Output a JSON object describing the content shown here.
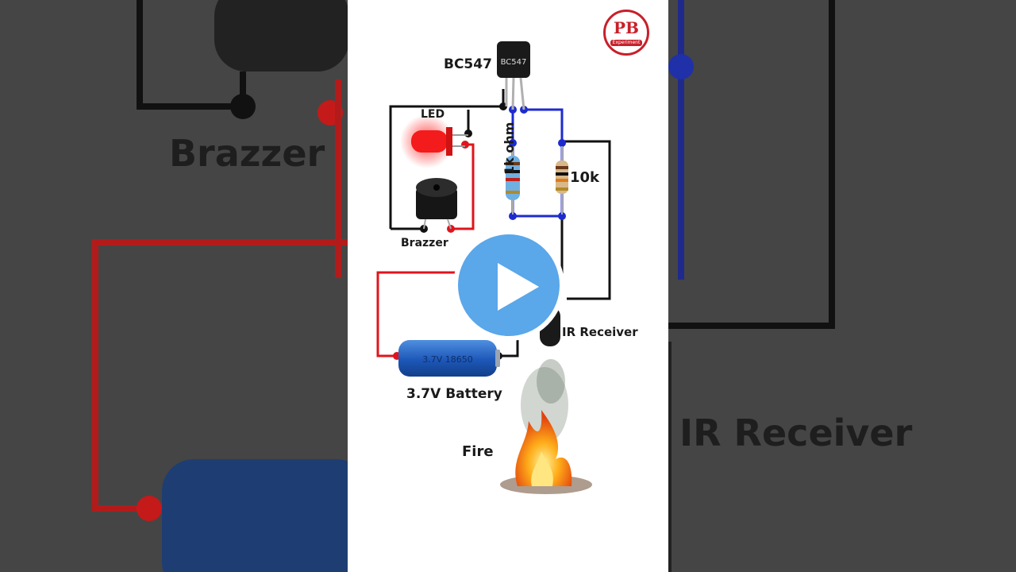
{
  "left_bg": {
    "label": "Brazzer"
  },
  "right_bg": {
    "label": "IR Receiver"
  },
  "logo": {
    "main": "PB",
    "sub": "Experiment"
  },
  "diagram": {
    "transistor_label": "BC547",
    "transistor_marking": "BC547",
    "led_label": "LED",
    "resistor1_label": "1k ohm",
    "resistor2_label": "10k",
    "buzzer_label": "Brazzer",
    "ir_label": "IR Receiver",
    "battery_label": "3.7V Battery",
    "battery_marking": "3.7V 18650",
    "fire_label": "Fire"
  },
  "colors": {
    "wire_red": "#e0141c",
    "wire_blue": "#1c2bd0",
    "wire_black": "#111111",
    "play": "#5aa7ea"
  },
  "icons": [
    "play-icon",
    "fire-icon",
    "buzzer-icon",
    "battery-icon",
    "transistor-icon",
    "led-icon"
  ]
}
